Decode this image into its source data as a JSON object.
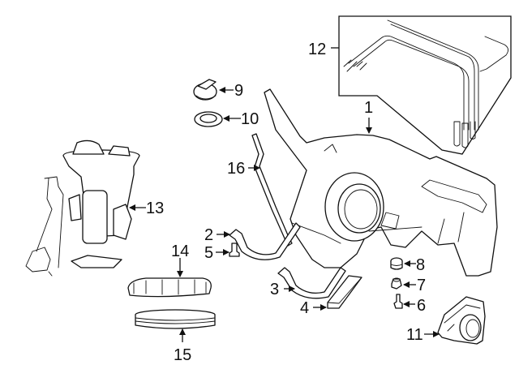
{
  "diagram": {
    "title": "Fuel Tank Assembly — Exploded Parts View",
    "background": "#ffffff",
    "line_color": "#111111",
    "callouts": [
      {
        "id": "1",
        "label": "1",
        "part": "fuel-tank"
      },
      {
        "id": "2",
        "label": "2",
        "part": "tank-strap-front"
      },
      {
        "id": "3",
        "label": "3",
        "part": "tank-strap-rear"
      },
      {
        "id": "4",
        "label": "4",
        "part": "strap-pad"
      },
      {
        "id": "5",
        "label": "5",
        "part": "strap-bolt"
      },
      {
        "id": "6",
        "label": "6",
        "part": "fitting"
      },
      {
        "id": "7",
        "label": "7",
        "part": "grommet"
      },
      {
        "id": "8",
        "label": "8",
        "part": "plug"
      },
      {
        "id": "9",
        "label": "9",
        "part": "filler-cap"
      },
      {
        "id": "10",
        "label": "10",
        "part": "cap-seal"
      },
      {
        "id": "11",
        "label": "11",
        "part": "filler-housing"
      },
      {
        "id": "12",
        "label": "12",
        "part": "fuel-lines"
      },
      {
        "id": "13",
        "label": "13",
        "part": "fuel-pump-module"
      },
      {
        "id": "14",
        "label": "14",
        "part": "lock-ring"
      },
      {
        "id": "15",
        "label": "15",
        "part": "pump-seal"
      },
      {
        "id": "16",
        "label": "16",
        "part": "vent-tube"
      }
    ]
  }
}
